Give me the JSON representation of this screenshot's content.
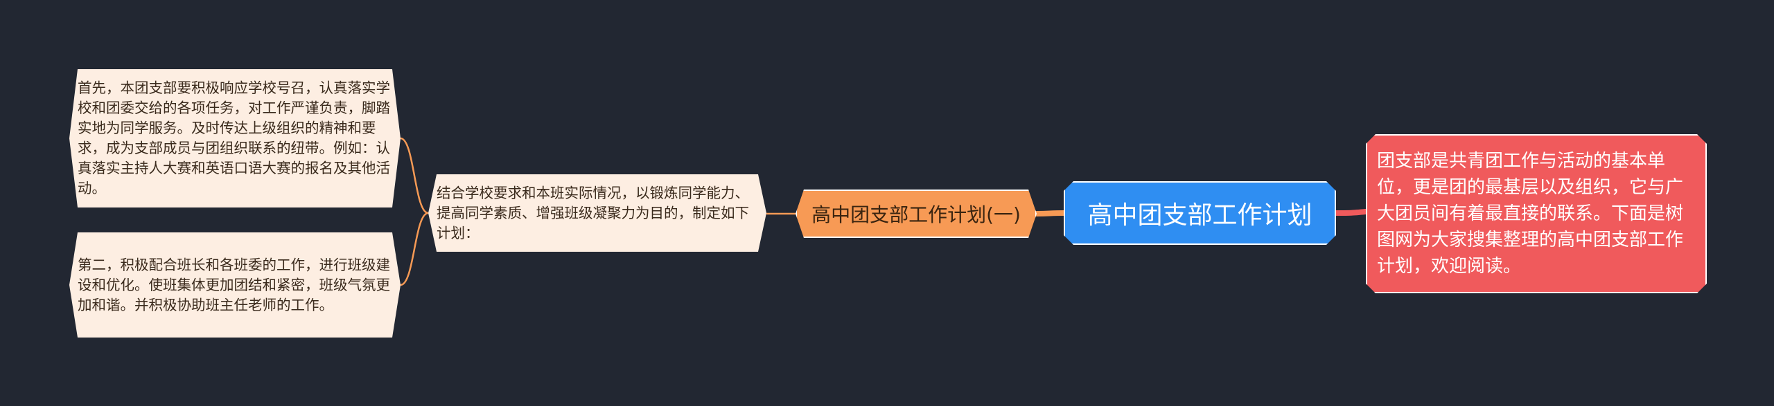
{
  "root": {
    "label": "高中团支部工作计划"
  },
  "description": {
    "text": "团支部是共青团工作与活动的基本单位，更是团的最基层以及组织，它与广大团员间有着最直接的联系。下面是树图网为大家搜集整理的高中团支部工作计划，欢迎阅读。"
  },
  "branch": {
    "label": "高中团支部工作计划(一)",
    "intro": "结合学校要求和本班实际情况，以锻炼同学能力、提高同学素质、增强班级凝聚力为目的，制定如下计划：",
    "items": [
      {
        "text": "首先，本团支部要积极响应学校号召，认真落实学校和团委交给的各项任务，对工作严谨负责，脚踏实地为同学服务。及时传达上级组织的精神和要求，成为支部成员与团组织联系的纽带。例如：认真落实主持人大赛和英语口语大赛的报名及其他活动。"
      },
      {
        "text": "第二，积极配合班长和各班委的工作，进行班级建设和优化。使班集体更加团结和紧密，班级气氛更加和谐。并积极协助班主任老师的工作。"
      }
    ]
  },
  "colors": {
    "background": "#222732",
    "root": "#2f8ef2",
    "description": "#f05a5c",
    "branch": "#f79a55",
    "leaf": "#fdeee2",
    "link_red": "#f05a5c",
    "link_orange": "#f79a55"
  }
}
